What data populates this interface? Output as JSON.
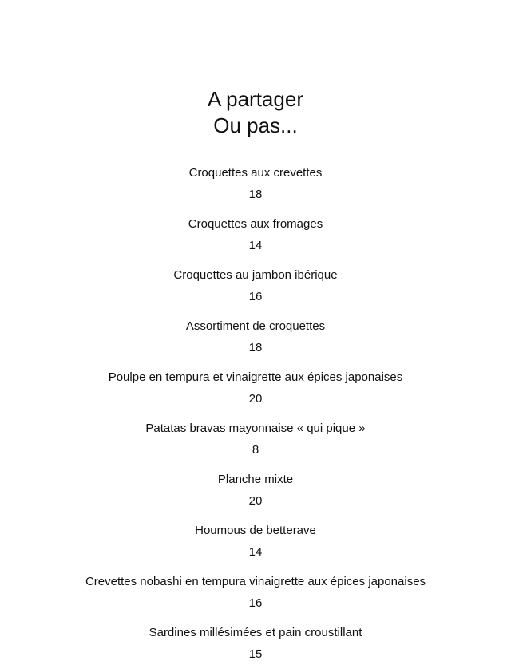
{
  "page": {
    "background_color": "#ffffff",
    "text_color": "#111111"
  },
  "title": {
    "line1": "A partager",
    "line2": "Ou pas..."
  },
  "menu": {
    "items": [
      {
        "name": "Croquettes aux crevettes",
        "price": "18"
      },
      {
        "name": "Croquettes aux fromages",
        "price": "14"
      },
      {
        "name": "Croquettes au jambon ibérique",
        "price": "16"
      },
      {
        "name": "Assortiment de croquettes",
        "price": "18"
      },
      {
        "name": "Poulpe en tempura et vinaigrette aux épices japonaises",
        "price": "20"
      },
      {
        "name": "Patatas bravas mayonnaise « qui pique »",
        "price": "8"
      },
      {
        "name": "Planche mixte",
        "price": "20"
      },
      {
        "name": "Houmous de betterave",
        "price": "14"
      },
      {
        "name": "Crevettes nobashi en tempura vinaigrette aux épices japonaises",
        "price": "16"
      },
      {
        "name": "Sardines millésimées et pain croustillant",
        "price": "15"
      }
    ]
  }
}
